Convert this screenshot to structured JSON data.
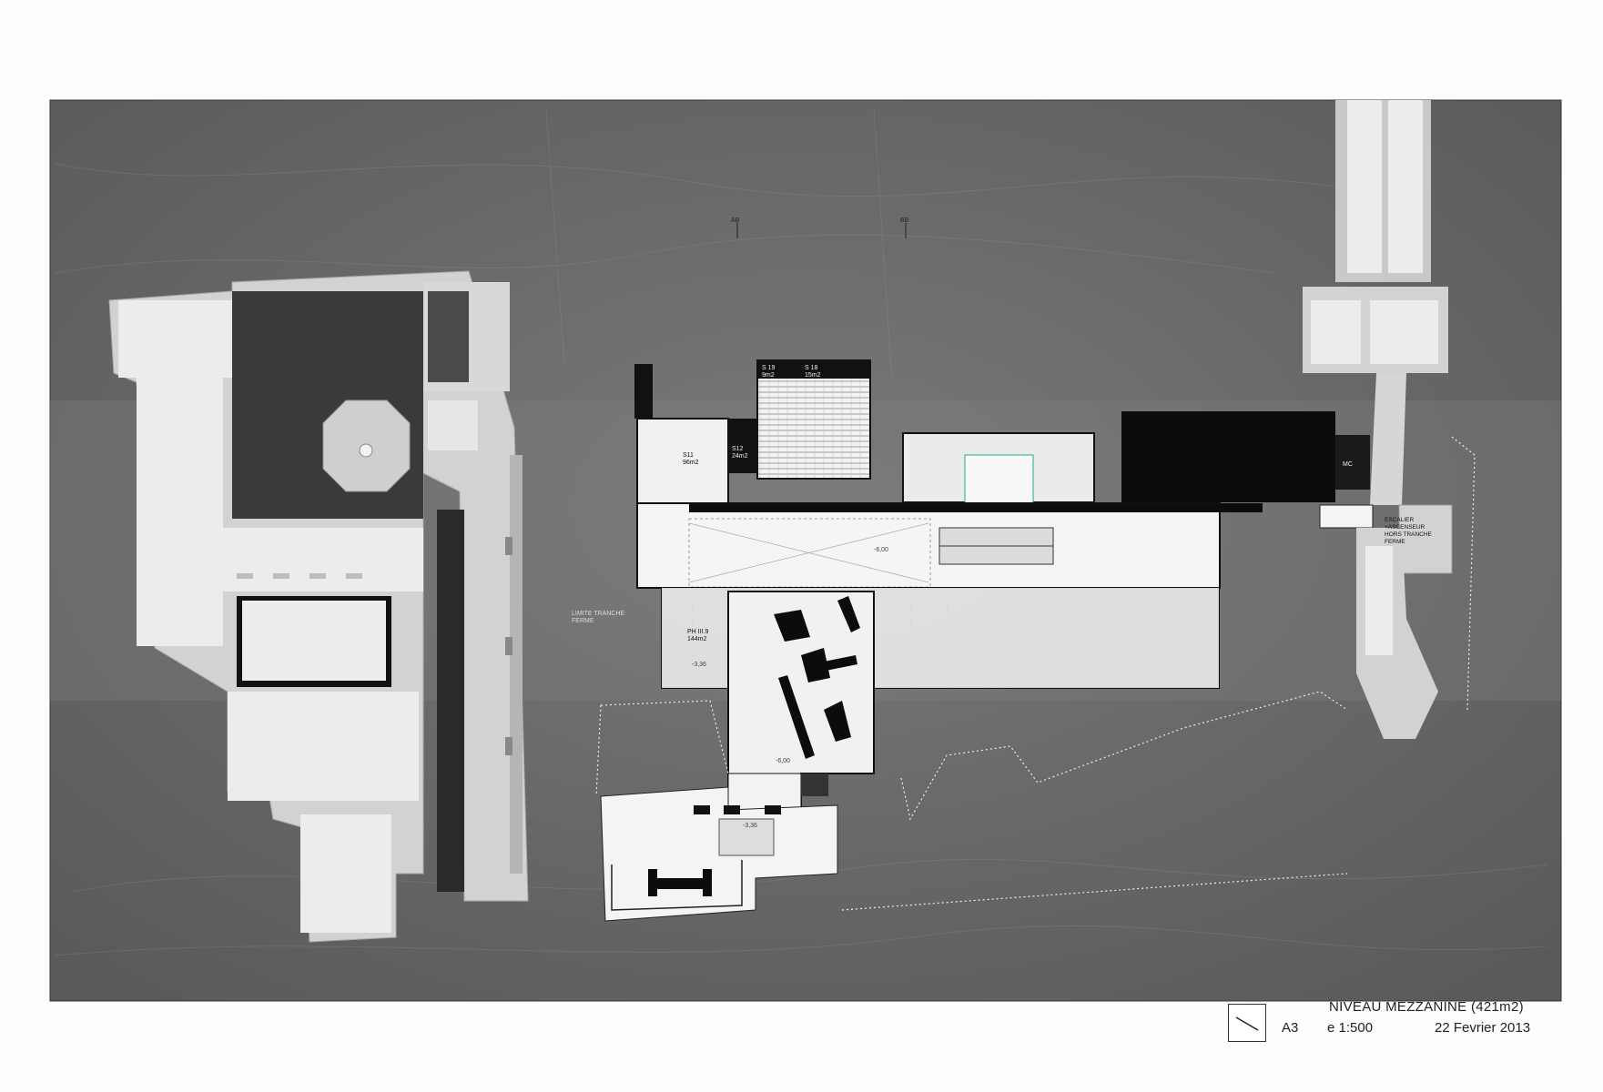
{
  "titleblock": {
    "title": "NIVEAU MEZZANINE (421m2)",
    "sheet": "A3",
    "scale": "e 1:500",
    "date": "22 Fevrier 2013",
    "north_icon": "north-arrow-icon"
  },
  "sections": {
    "a": "AB",
    "b": "BB"
  },
  "rooms": {
    "s19_name": "S 19",
    "s19_area": "9m2",
    "s18_name": "S 18",
    "s18_area": "15m2",
    "s11_name": "S11",
    "s11_area": "96m2",
    "s12_name": "S12",
    "s12_area": "24m2",
    "mc": "MC",
    "ph_name": "PH III.9",
    "ph_area": "144m2"
  },
  "levels": {
    "l1": "-3,36",
    "l2": "-6,00",
    "l3": "-3,36",
    "l4": "-6,00"
  },
  "notes": {
    "limit_line1": "LIMITE TRANCHE",
    "limit_line2": "FERME",
    "stair_line1": "ESCALIER",
    "stair_line2": "+ASCENSEUR",
    "stair_line3": "HORS TRANCHE",
    "stair_line4": "FERME"
  },
  "colors": {
    "ground": "#6a6a6a",
    "building": "#ececec",
    "wall": "#c8c8c8",
    "dark": "#111111"
  }
}
